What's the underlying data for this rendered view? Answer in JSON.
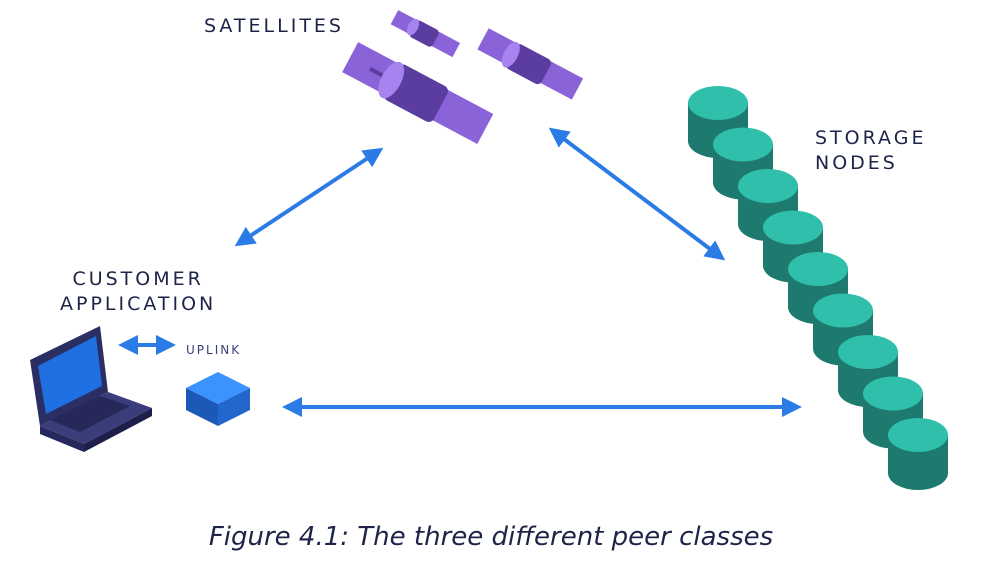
{
  "labels": {
    "satellites": "SATELLITES",
    "storage_line1": "STORAGE",
    "storage_line2": "NODES",
    "customer_line1": "CUSTOMER",
    "customer_line2": "APPLICATION",
    "uplink": "UPLINK"
  },
  "caption": "Figure 4.1: The three different peer classes",
  "colors": {
    "arrow": "#2b7be6",
    "satellite_panel": "#8a63d9",
    "satellite_body": "#5a3d9e",
    "storage_top": "#2fbfaa",
    "storage_side": "#1e7a6e",
    "laptop_body": "#2b2e62",
    "laptop_screen": "#1f6fe0",
    "uplink_box": "#2a83ee",
    "text": "#1e2448"
  },
  "icons": [
    "satellite-icon",
    "storage-node-icon",
    "laptop-icon",
    "uplink-box-icon"
  ]
}
